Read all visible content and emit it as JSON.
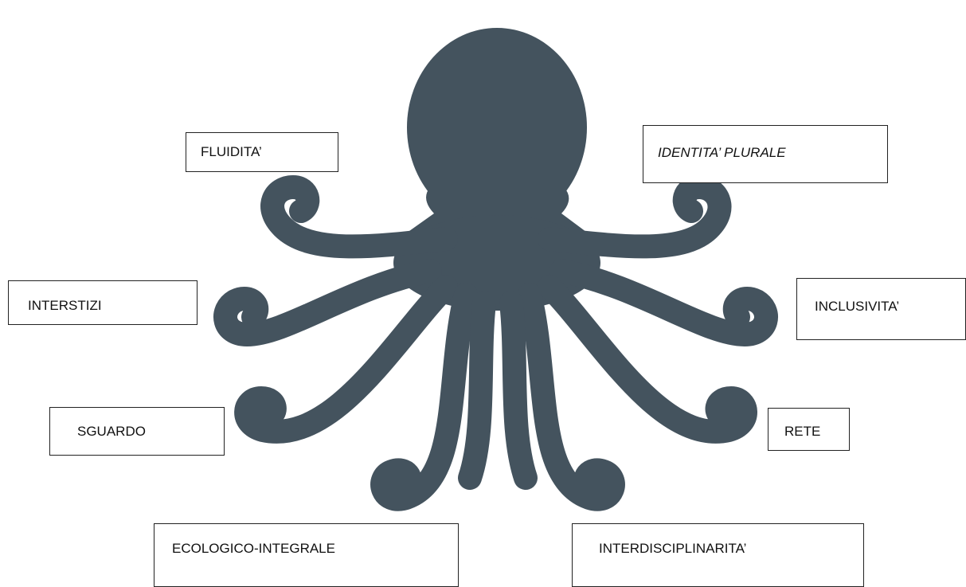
{
  "colors": {
    "octopus_fill": "#44535E",
    "background": "#FFFFFF",
    "box_border": "#222222",
    "text": "#111111"
  },
  "octopus": {
    "icon": "octopus-icon"
  },
  "labels": {
    "fluidita": "FLUIDITA’",
    "identita_plurale": "IDENTITA’ PLURALE",
    "interstizi": "INTERSTIZI",
    "inclusivita": "INCLUSIVITA’",
    "sguardo": "SGUARDO",
    "rete": "RETE",
    "ecologico_integrale": "ECOLOGICO-INTEGRALE",
    "interdisciplinarita": "INTERDISCIPLINARITA’"
  }
}
